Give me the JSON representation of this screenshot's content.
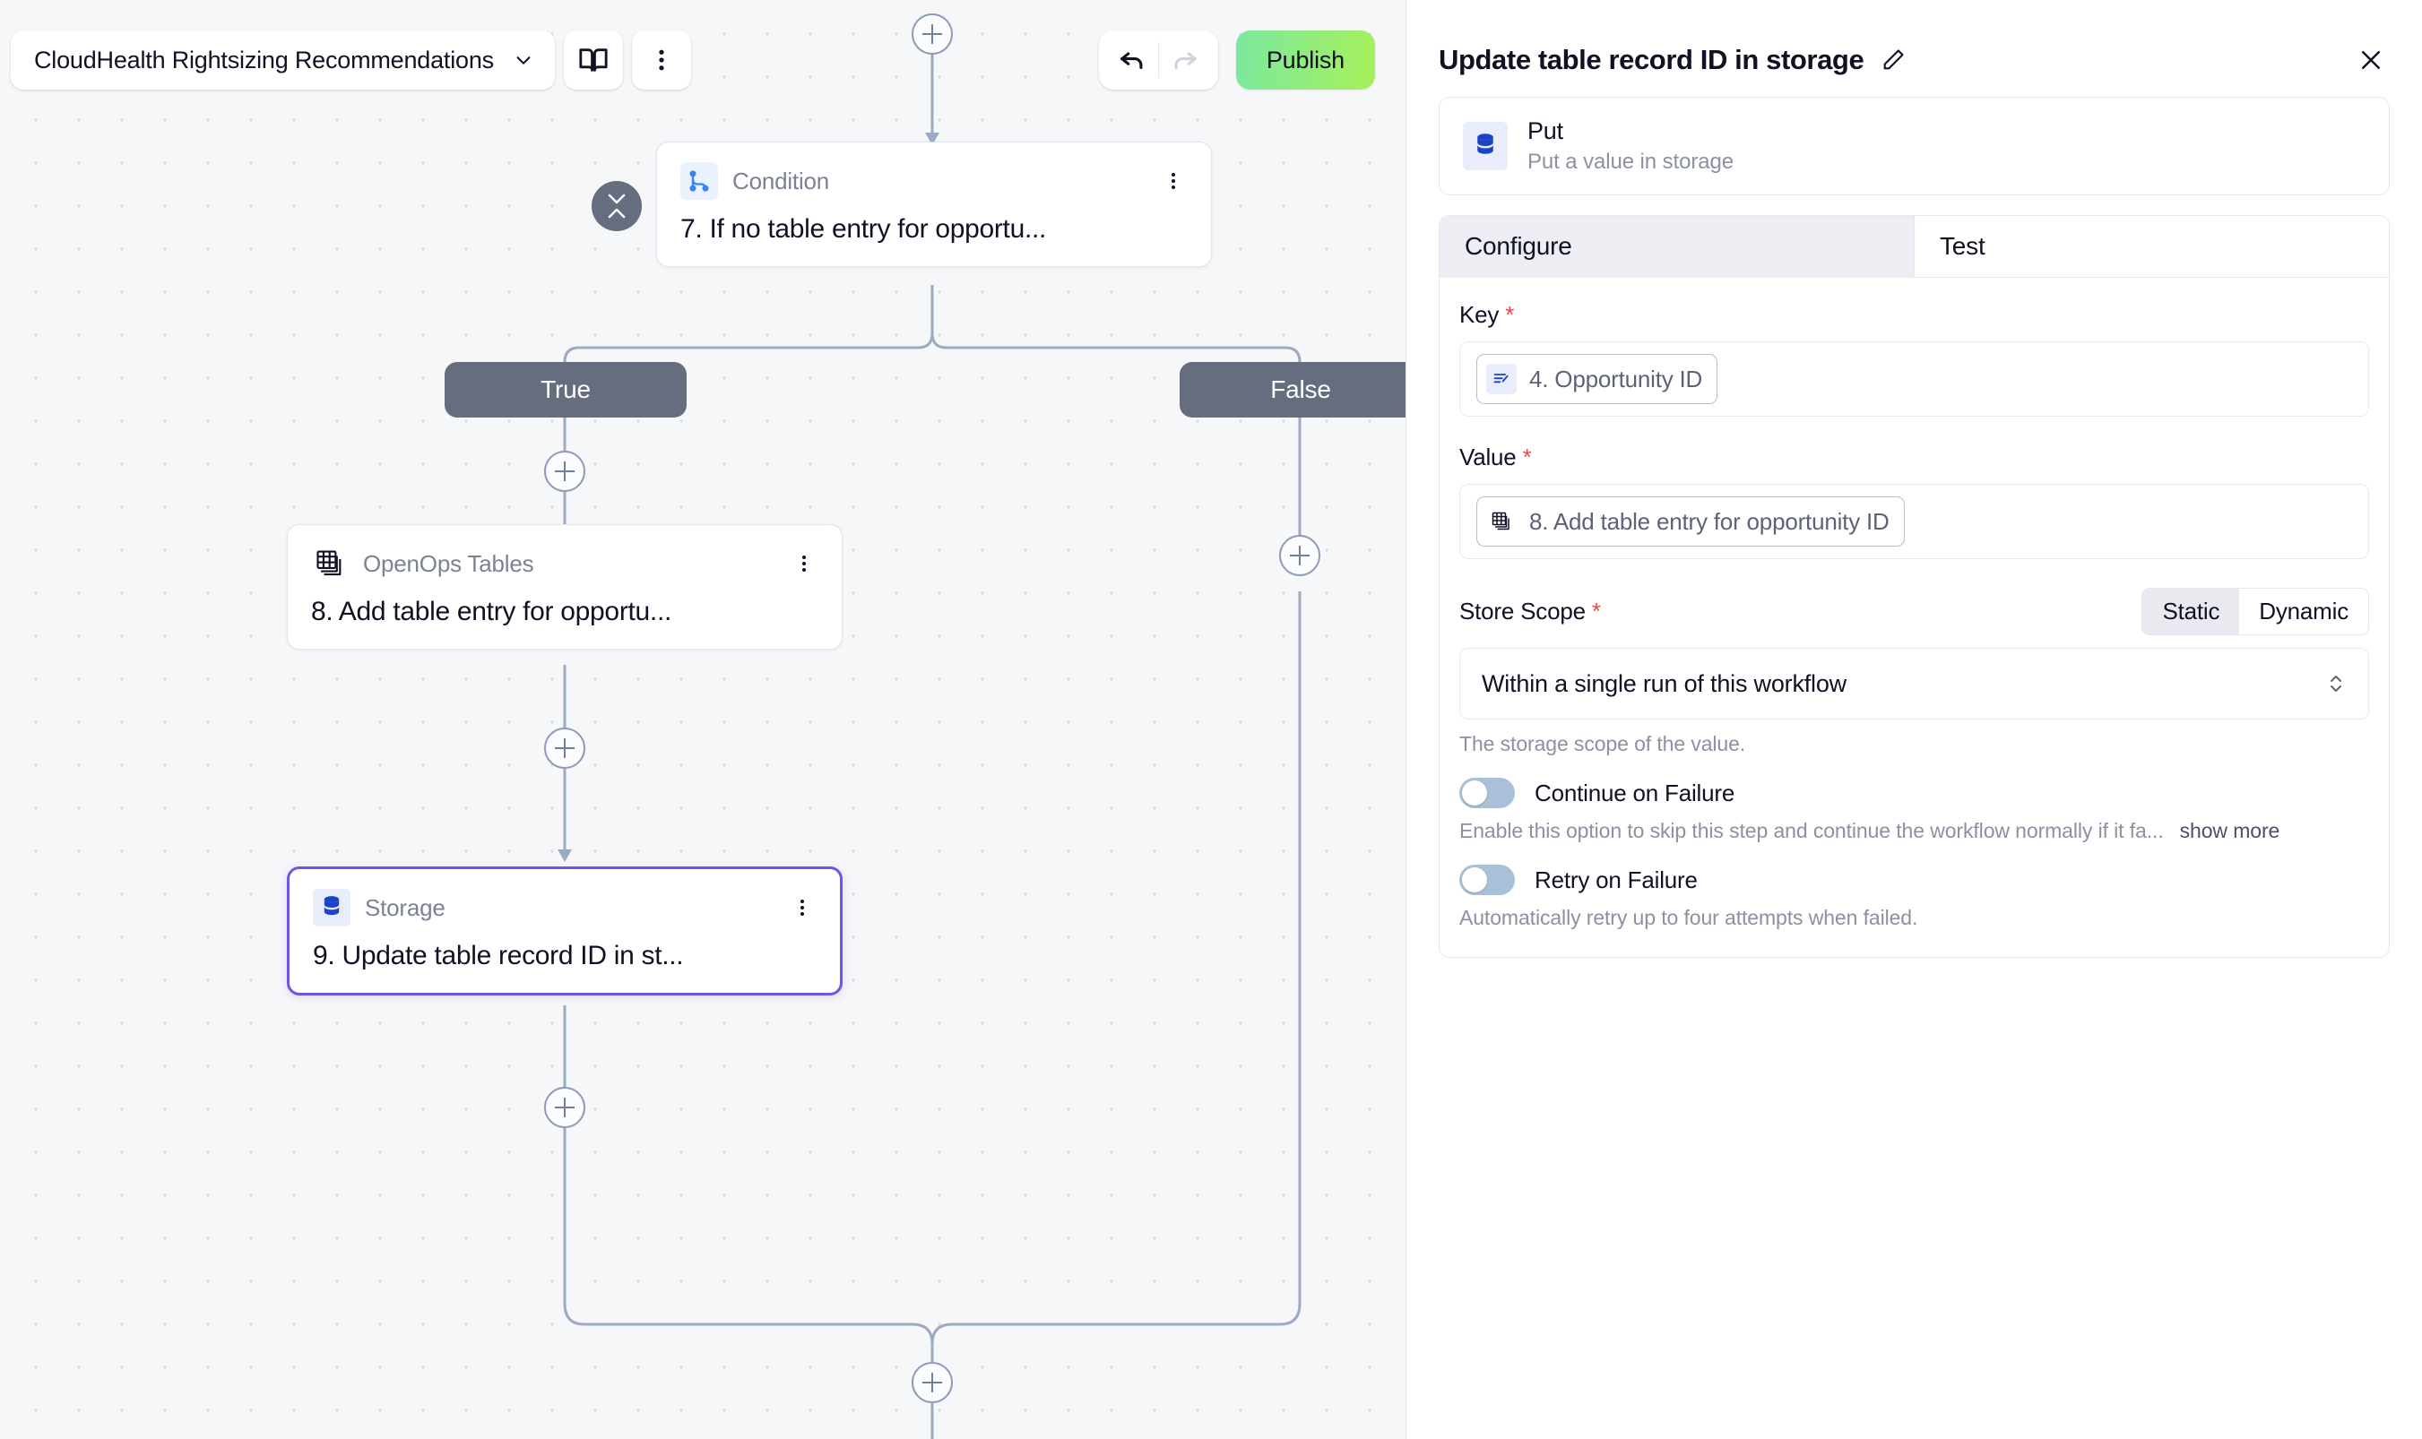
{
  "toolbar": {
    "workflow_name": "CloudHealth Rightsizing Recommendations",
    "chevron_icon": "chevron-down-icon",
    "docs_icon": "book-icon",
    "more_icon": "more-vertical-icon",
    "undo_icon": "undo-arrow-icon",
    "redo_icon": "redo-arrow-icon",
    "publish_label": "Publish",
    "publish_color": "#a8f05a"
  },
  "canvas": {
    "collapse_button": "collapse-toggle",
    "nodes": [
      {
        "id": "condition",
        "type_label": "Condition",
        "title": "7. If no table entry for opportu...",
        "icon": "branch-condition-icon",
        "selected": false
      },
      {
        "id": "openops-tables",
        "type_label": "OpenOps Tables",
        "title": "8. Add table entry for opportu...",
        "icon": "tables-stack-icon",
        "selected": false
      },
      {
        "id": "storage",
        "type_label": "Storage",
        "title": "9. Update table record ID in st...",
        "icon": "database-icon",
        "selected": true,
        "selected_color": "#6a57e6"
      }
    ],
    "branches": [
      {
        "label": "True"
      },
      {
        "label": "False"
      }
    ],
    "add_buttons": 6,
    "edge_color": "#9aabc4"
  },
  "panel": {
    "title": "Update table record ID in storage",
    "edit_icon": "pencil-icon",
    "close_icon": "close-icon",
    "piece": {
      "name": "Put",
      "description": "Put a value in storage",
      "icon": "database-icon"
    },
    "tabs": [
      {
        "label": "Configure",
        "active": true
      },
      {
        "label": "Test",
        "active": false
      }
    ],
    "fields": {
      "key": {
        "label": "Key",
        "required": "*",
        "chip_text": "4. Opportunity ID",
        "chip_icon": "text-step-icon"
      },
      "value": {
        "label": "Value",
        "required": "*",
        "chip_text": "8. Add table entry for opportunity ID",
        "chip_icon": "tables-stack-icon"
      },
      "store_scope": {
        "label": "Store Scope",
        "required": "*",
        "segments": [
          {
            "label": "Static",
            "active": true
          },
          {
            "label": "Dynamic",
            "active": false
          }
        ],
        "selected_option": "Within a single run of this workflow",
        "caret_icon": "chevron-up-down-icon",
        "helper": "The storage scope of the value."
      },
      "continue_on_failure": {
        "label": "Continue on Failure",
        "enabled": false,
        "description": "Enable this option to skip this step and continue the workflow normally if it fa...",
        "show_more": "show more"
      },
      "retry_on_failure": {
        "label": "Retry on Failure",
        "enabled": false,
        "description": "Automatically retry up to four attempts when failed."
      }
    }
  }
}
